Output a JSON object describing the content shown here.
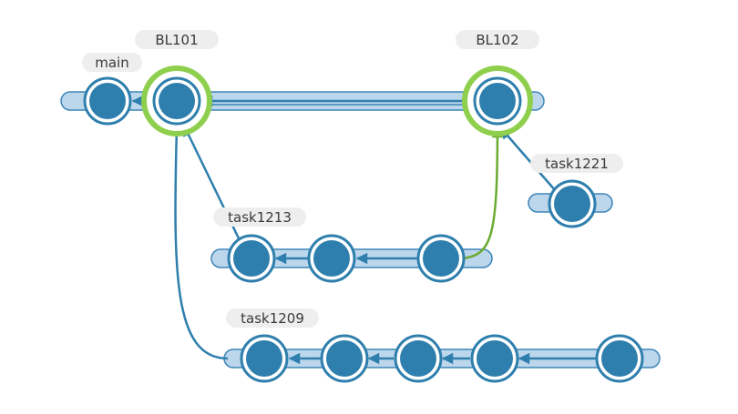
{
  "branches": {
    "main": "main",
    "bl101": "BL101",
    "bl102": "BL102",
    "task1221": "task1221",
    "task1213": "task1213",
    "task1209": "task1209"
  },
  "colors": {
    "commit_fill": "#2e7fad",
    "commit_ring": "#2e7fad",
    "lane_fill": "#bcd6ec",
    "lane_stroke": "#3d85b8",
    "edge": "#2e7fad",
    "merge_edge": "#6aab30",
    "highlight_ring": "#8fcf4e",
    "label_bg": "#eeeeee",
    "label_text": "#3a3a3a"
  }
}
